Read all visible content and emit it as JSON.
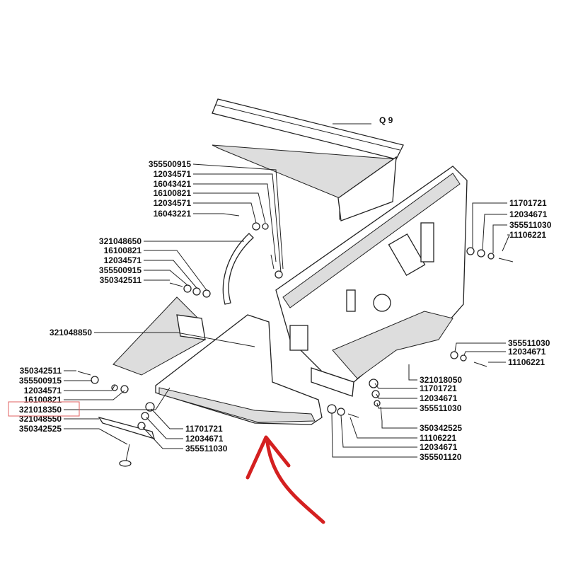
{
  "diagram": {
    "group_ref": "Q 9",
    "highlight_color": "#e06060",
    "arrow_color": "#d42020",
    "labels_top_left": [
      "355500915",
      "12034571",
      "16043421",
      "16100821",
      "12034571",
      "16043221"
    ],
    "labels_mid_left": [
      "321048650",
      "16100821",
      "12034571",
      "355500915",
      "350342511"
    ],
    "label_frame": "321048850",
    "labels_bottom_left": [
      "350342511",
      "355500915",
      "12034571",
      "16100821",
      "321018350",
      "321048550",
      "350342525"
    ],
    "highlighted_part": "321018350",
    "labels_bottom_center": [
      "11701721",
      "12034671",
      "355511030"
    ],
    "labels_right_top": [
      "11701721",
      "12034671",
      "355511030",
      "11106221"
    ],
    "labels_right_mid": [
      "355511030",
      "12034671",
      "11106221"
    ],
    "labels_right_bottom": [
      "321018050",
      "11701721",
      "12034671",
      "355511030",
      "350342525",
      "11106221",
      "12034671",
      "355501120"
    ]
  }
}
